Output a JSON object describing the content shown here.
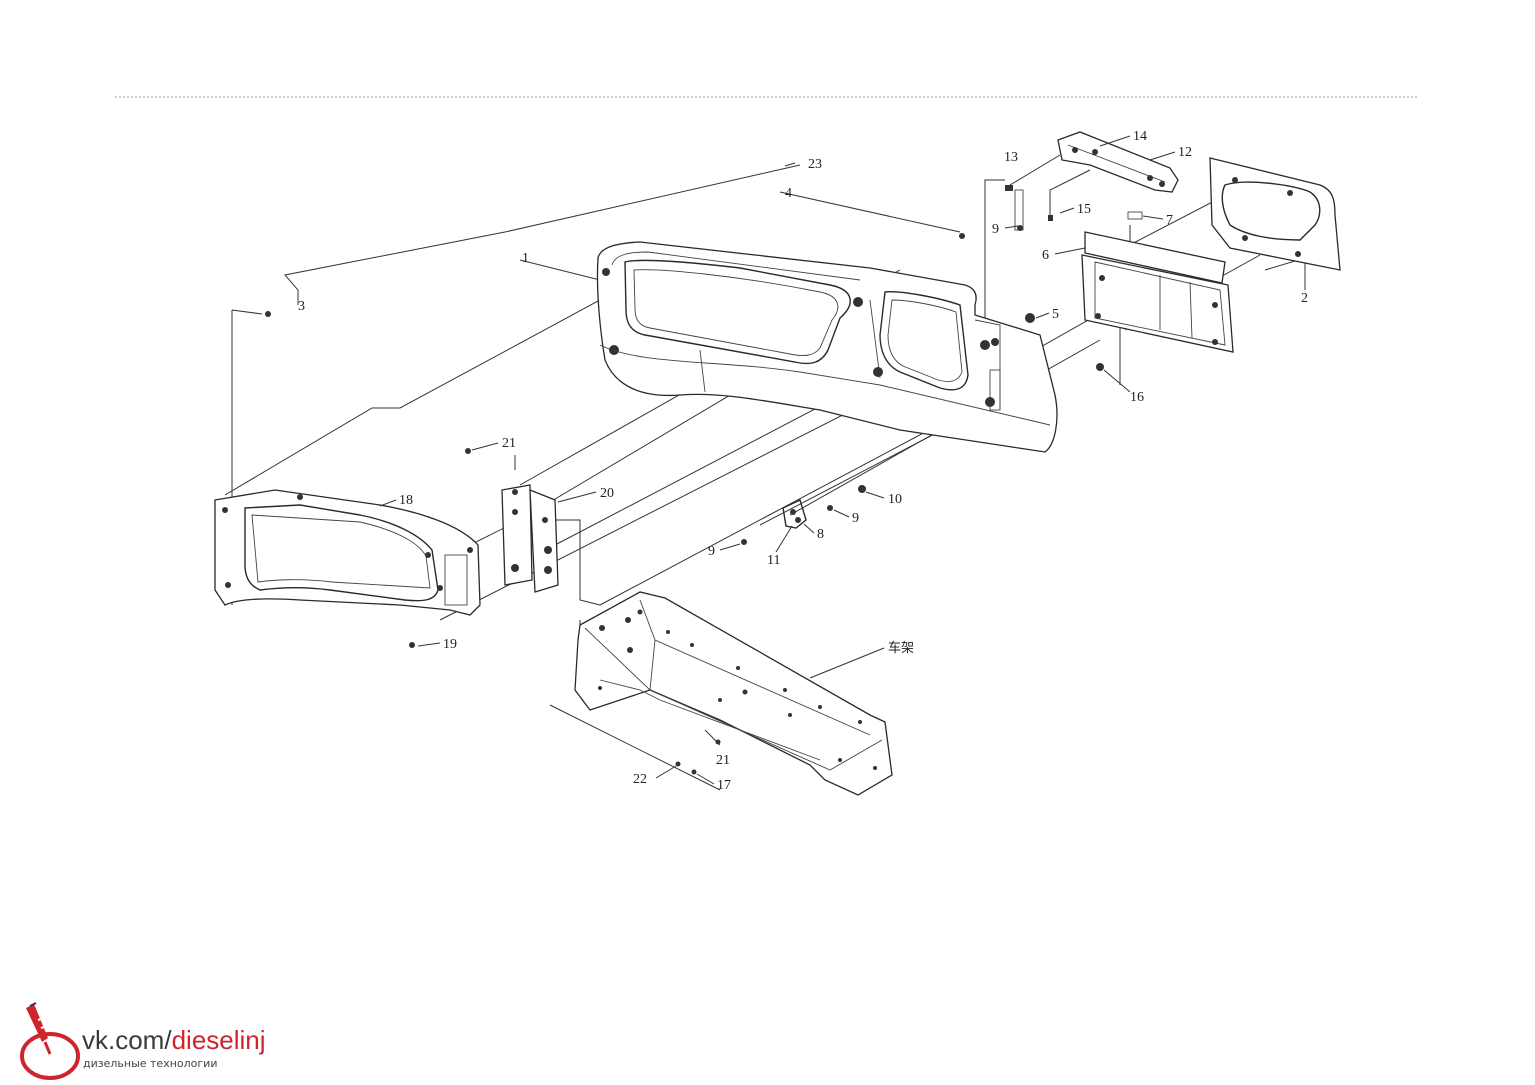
{
  "labels": [
    {
      "id": "23",
      "text": "23"
    },
    {
      "id": "4",
      "text": "4"
    },
    {
      "id": "1",
      "text": "1"
    },
    {
      "id": "3",
      "text": "3"
    },
    {
      "id": "13",
      "text": "13"
    },
    {
      "id": "14",
      "text": "14"
    },
    {
      "id": "12",
      "text": "12"
    },
    {
      "id": "15",
      "text": "15"
    },
    {
      "id": "9a",
      "text": "9"
    },
    {
      "id": "7",
      "text": "7"
    },
    {
      "id": "6",
      "text": "6"
    },
    {
      "id": "2",
      "text": "2"
    },
    {
      "id": "5",
      "text": "5"
    },
    {
      "id": "16",
      "text": "16"
    },
    {
      "id": "21a",
      "text": "21"
    },
    {
      "id": "20",
      "text": "20"
    },
    {
      "id": "18",
      "text": "18"
    },
    {
      "id": "10",
      "text": "10"
    },
    {
      "id": "9b",
      "text": "9"
    },
    {
      "id": "8",
      "text": "8"
    },
    {
      "id": "9c",
      "text": "9"
    },
    {
      "id": "11",
      "text": "11"
    },
    {
      "id": "19",
      "text": "19"
    },
    {
      "id": "frame",
      "text": "车架"
    },
    {
      "id": "21b",
      "text": "21"
    },
    {
      "id": "22",
      "text": "22"
    },
    {
      "id": "17",
      "text": "17"
    }
  ],
  "watermark": {
    "url_prefix": "vk.com/",
    "url_suffix": "dieselinj",
    "subtitle": "дизельные технологии",
    "accent_color": "#d0242c",
    "logo_icon": "fuel-injector-icon"
  }
}
